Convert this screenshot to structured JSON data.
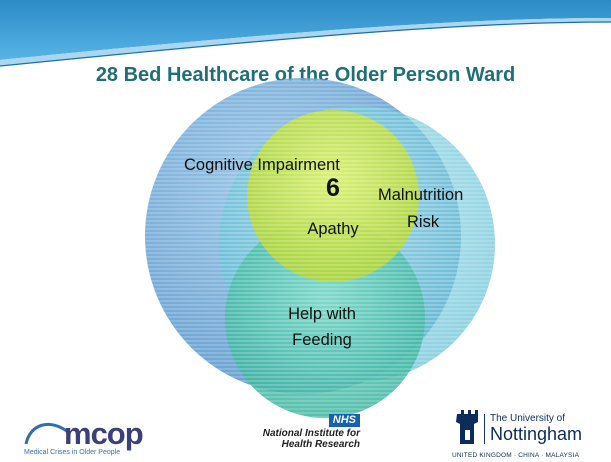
{
  "slide": {
    "title": "28 Bed Healthcare of the Older Person Ward"
  },
  "venn": {
    "center_number": "6",
    "circles": [
      {
        "label": "Cognitive Impairment",
        "color": "#4f95cc"
      },
      {
        "label_line1": "Malnutrition",
        "label_line2": "Risk",
        "color": "#5ec4d6"
      },
      {
        "label_line1": "Help with",
        "label_line2": "Feeding",
        "color": "#3fbea8"
      },
      {
        "label": "Apathy",
        "color": "#c2e23a"
      }
    ]
  },
  "logos": {
    "mcop": {
      "name": "mcop",
      "tagline": "Medical Crises in Older People"
    },
    "nihr": {
      "badge": "NHS",
      "line1": "National Institute for",
      "line2": "Health Research"
    },
    "uon": {
      "line1": "The University of",
      "line2": "Nottingham",
      "line3": "UNITED KINGDOM · CHINA · MALAYSIA"
    }
  },
  "colors": {
    "title": "#1e6f78",
    "header_band": "#3a9ad0"
  }
}
